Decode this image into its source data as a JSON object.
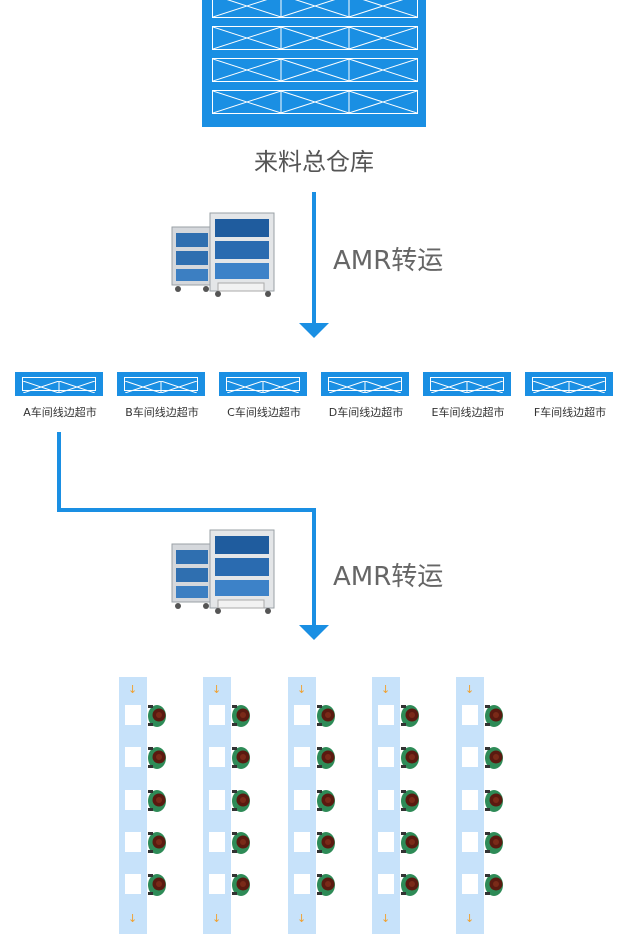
{
  "warehouse": {
    "title": "来料总仓库",
    "color": "#1a8fe3"
  },
  "transfer_steps": [
    {
      "label": "AMR转运",
      "icon": "amr-robot-icon"
    },
    {
      "label": "AMR转运",
      "icon": "amr-robot-icon"
    }
  ],
  "supermarkets": [
    {
      "label": "A车间线边超市"
    },
    {
      "label": "B车间线边超市"
    },
    {
      "label": "C车间线边超市"
    },
    {
      "label": "D车间线边超市"
    },
    {
      "label": "E车间线边超市"
    },
    {
      "label": "F车间线边超市"
    }
  ],
  "production_lines": {
    "lane_count": 5,
    "stations_per_lane": 5,
    "lane_color": "#c7e2fa",
    "flow_arrow_color": "#f0a030",
    "worker_icon": "worker-topview-icon"
  }
}
